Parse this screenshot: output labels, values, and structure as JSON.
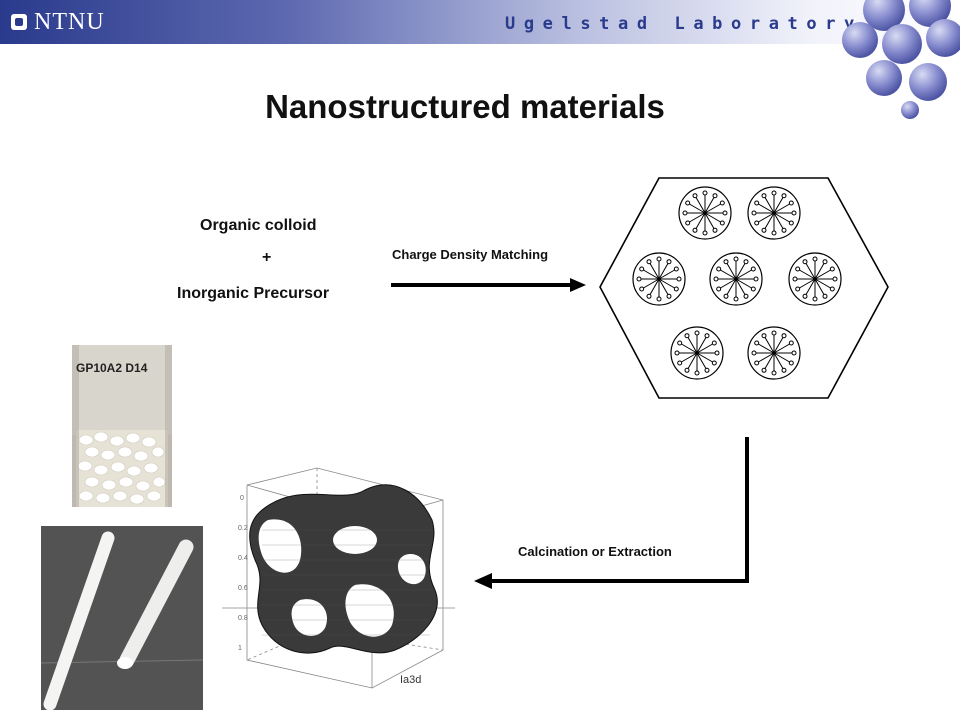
{
  "header": {
    "logo_text": "NTNU",
    "lab_name": "Ugelstad Laboratory"
  },
  "title": "Nanostructured materials",
  "inputs": {
    "organic": "Organic colloid",
    "plus": "+",
    "inorganic": "Inorganic Precursor"
  },
  "steps": {
    "charge_matching": "Charge Density Matching",
    "calcination": "Calcination or Extraction"
  },
  "photos": {
    "vial_label": "GP10A2 D14"
  },
  "gyroid": {
    "label": "Ia3d",
    "axis_ticks": [
      "0",
      "0.2",
      "0.4",
      "0.6",
      "0.8",
      "1"
    ]
  },
  "colors": {
    "header_dark": "#2a3a8c",
    "bubble": "#8a8fd0",
    "arrow": "#000000"
  }
}
